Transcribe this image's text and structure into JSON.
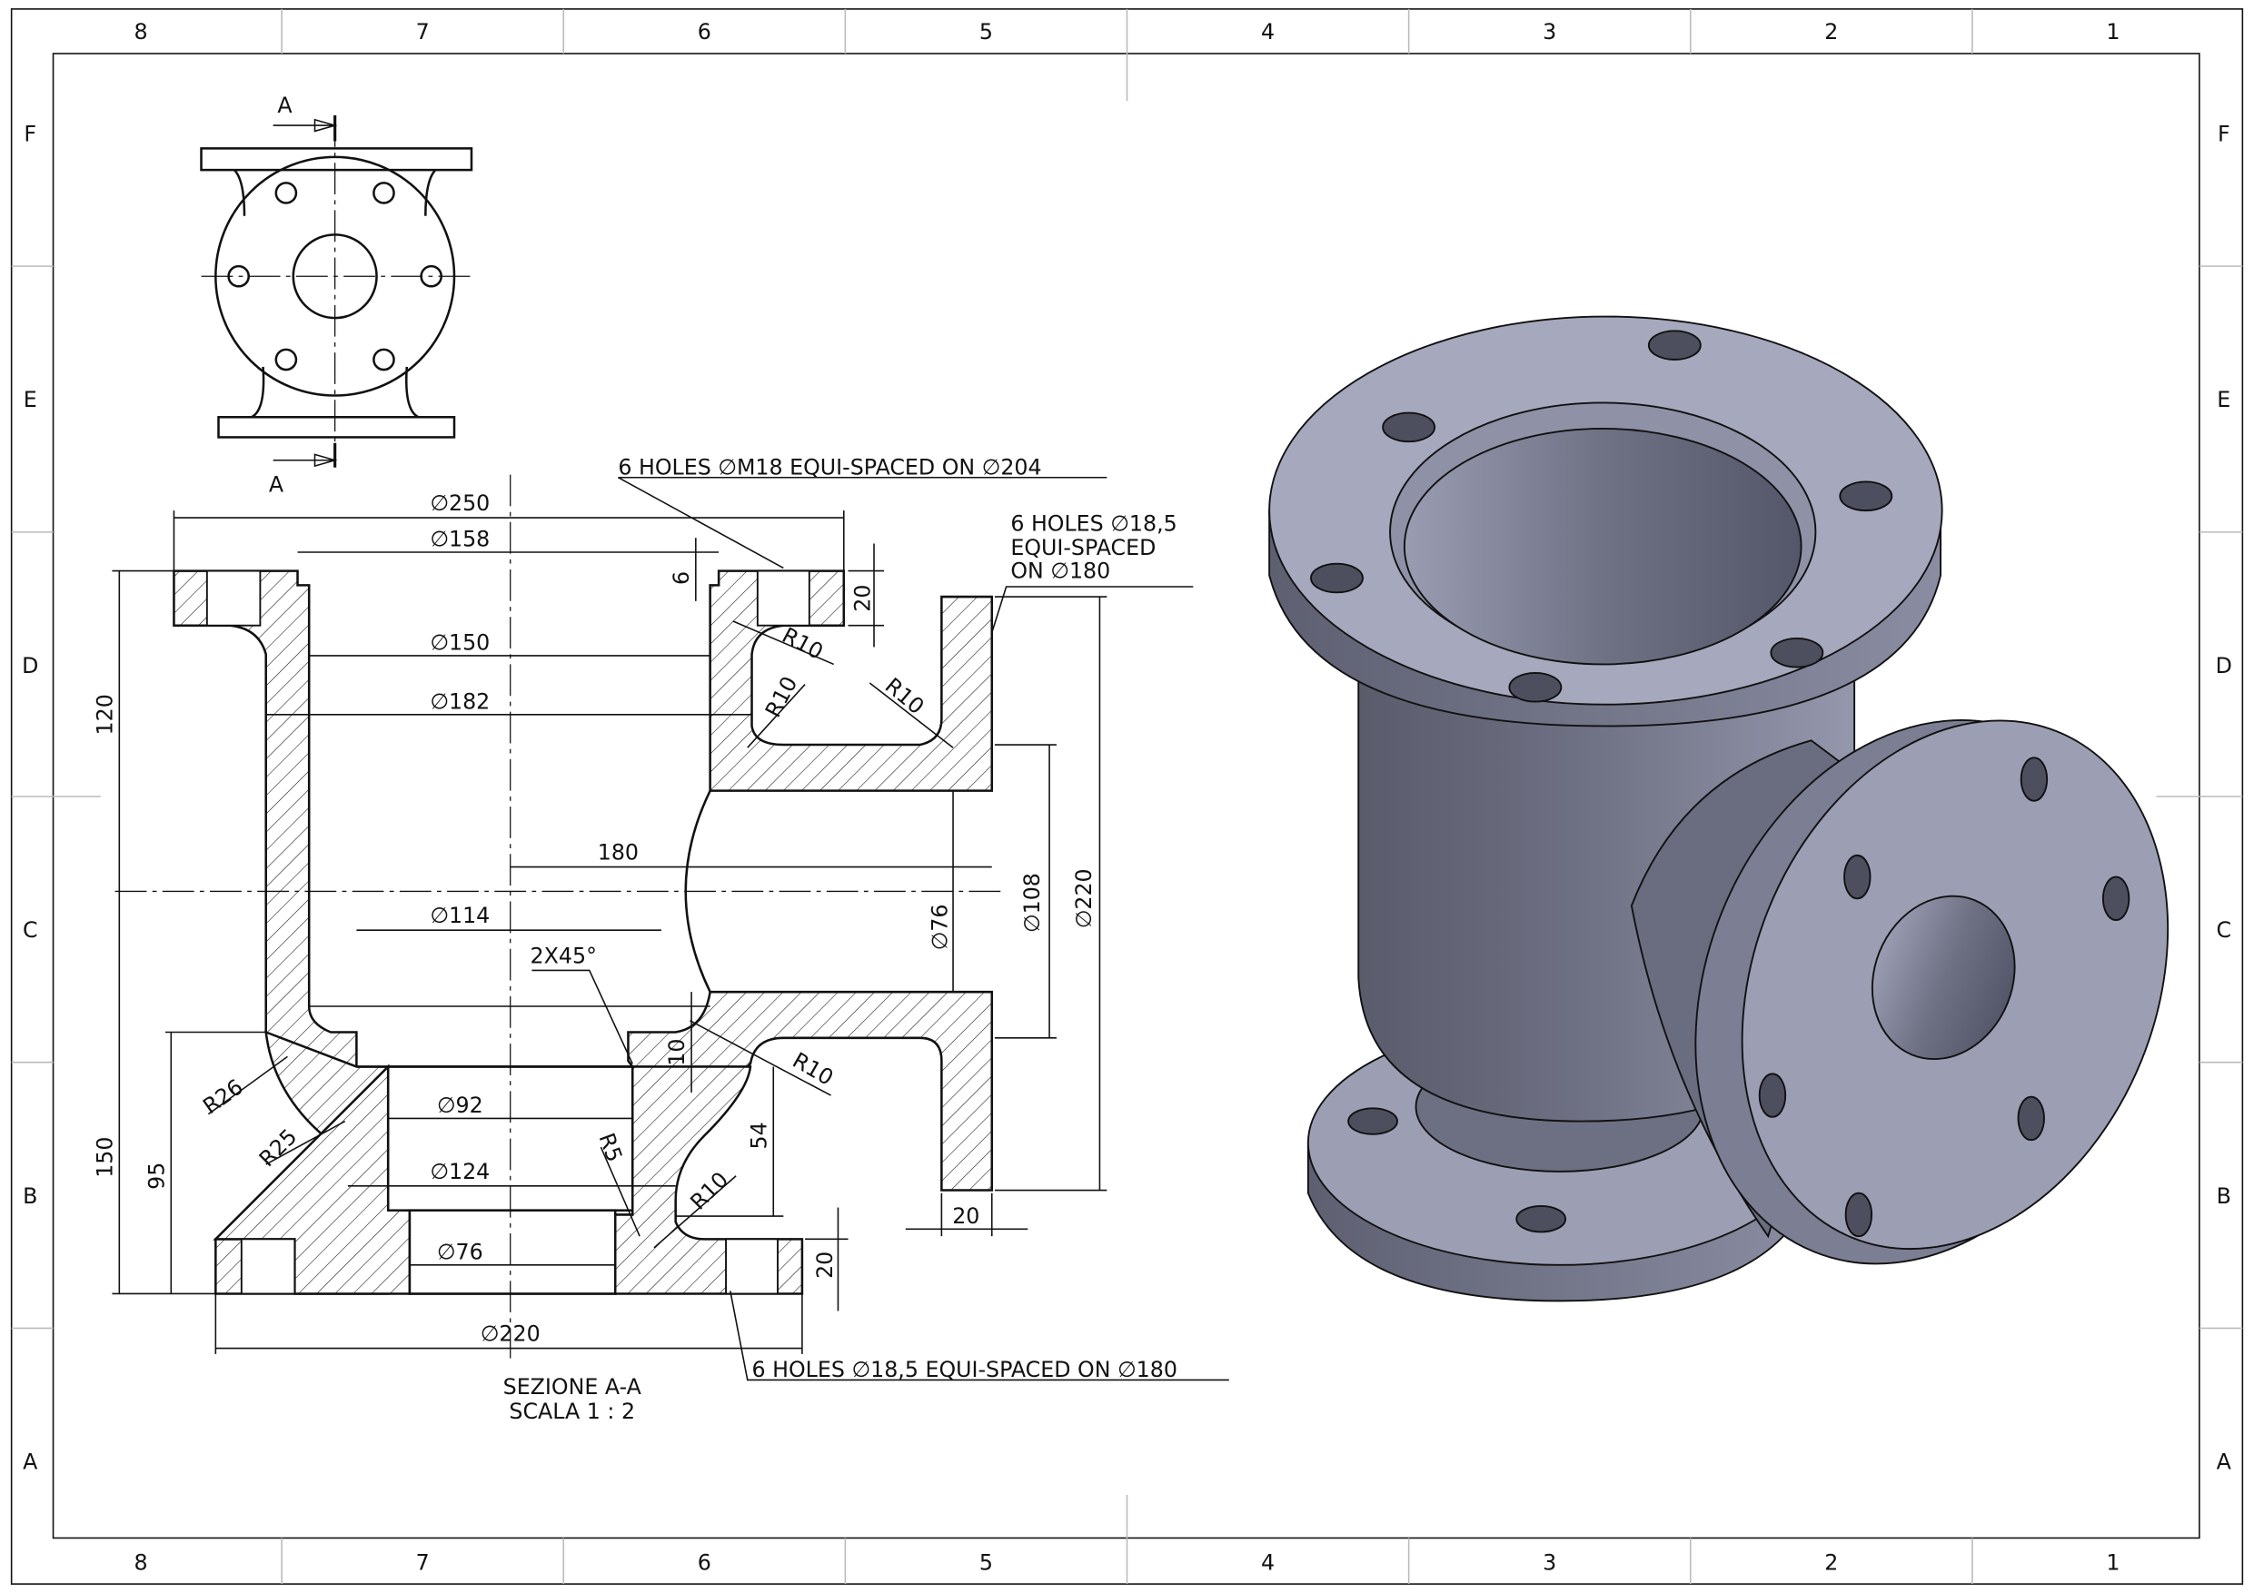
{
  "zones": {
    "columns": [
      "8",
      "7",
      "6",
      "5",
      "4",
      "3",
      "2",
      "1"
    ],
    "rows": [
      "F",
      "E",
      "D",
      "C",
      "B",
      "A"
    ]
  },
  "top_view": {
    "section_label_top": "A",
    "section_label_bottom": "A"
  },
  "section": {
    "title": "SEZIONE A-A",
    "scale": "SCALA 1 : 2",
    "dimensions": {
      "d250": "∅250",
      "d158": "∅158",
      "d150": "∅150",
      "d182": "∅182",
      "d114": "∅114",
      "d92": "∅92",
      "d124": "∅124",
      "d76_bottom": "∅76",
      "d220_bottom": "∅220",
      "d76_side": "∅76",
      "d108": "∅108",
      "d220_side": "∅220",
      "len180": "180",
      "h120": "120",
      "h150": "150",
      "h95": "95",
      "h54": "54",
      "t6": "6",
      "t10": "10",
      "t20_top": "20",
      "t20_bottom": "20",
      "t20_side": "20",
      "chamfer": "2X45°",
      "r10_a": "R10",
      "r10_b": "R10",
      "r10_c": "R10",
      "r10_d": "R10",
      "r10_e": "R10",
      "r26": "R26",
      "r25": "R25",
      "r5": "R5"
    },
    "notes": {
      "top_holes": "6 HOLES ∅M18 EQUI-SPACED ON ∅204",
      "side_holes_1": "6 HOLES ∅18,5",
      "side_holes_2": "EQUI-SPACED",
      "side_holes_3": "ON ∅180",
      "bottom_holes": "6 HOLES ∅18,5 EQUI-SPACED ON ∅180"
    }
  },
  "colors": {
    "metal_light": "#a9abbf",
    "metal_mid": "#7d8096",
    "metal_dark": "#4d4f5f"
  }
}
